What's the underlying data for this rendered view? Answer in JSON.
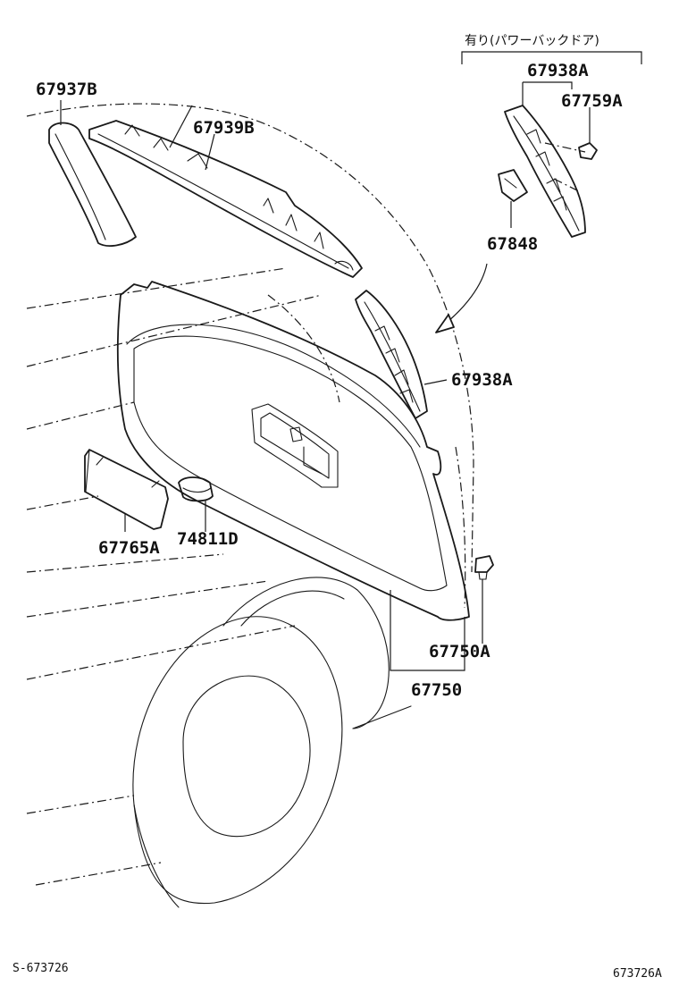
{
  "diagram": {
    "note": "有り(パワーバックドア)",
    "parts": {
      "p67937B": "67937B",
      "p67939B": "67939B",
      "p67938A_top": "67938A",
      "p67759A": "67759A",
      "p67848": "67848",
      "p67938A_side": "67938A",
      "p67765A": "67765A",
      "p74811D": "74811D",
      "p67750A": "67750A",
      "p67750": "67750"
    },
    "footer": {
      "left_code": "S-673726",
      "right_code": "673726A"
    }
  }
}
